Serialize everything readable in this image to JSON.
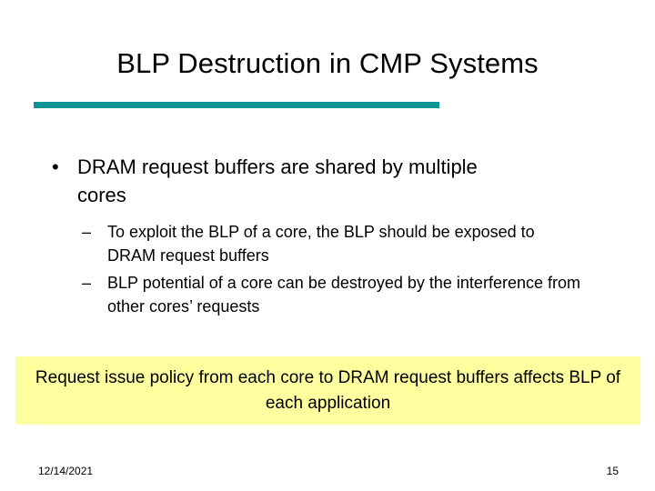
{
  "slide": {
    "title": "BLP Destruction in CMP Systems",
    "accent_color": "#0d9496",
    "highlight_color": "#ffffa0",
    "background_color": "#ffffff",
    "text_color": "#000000"
  },
  "content": {
    "bullets": [
      {
        "marker": "•",
        "text": "DRAM request buffers are shared by multiple cores",
        "sub_bullets": [
          {
            "marker": "–",
            "text": "To exploit the BLP of a core, the BLP should be exposed to DRAM request buffers"
          },
          {
            "marker": "–",
            "text": "BLP potential of a core can be destroyed by the interference from other cores’ requests"
          }
        ]
      }
    ]
  },
  "callout": {
    "text": "Request issue policy from each core to DRAM request buffers affects BLP of each application"
  },
  "footer": {
    "date": "12/14/2021",
    "page_number": "15"
  }
}
